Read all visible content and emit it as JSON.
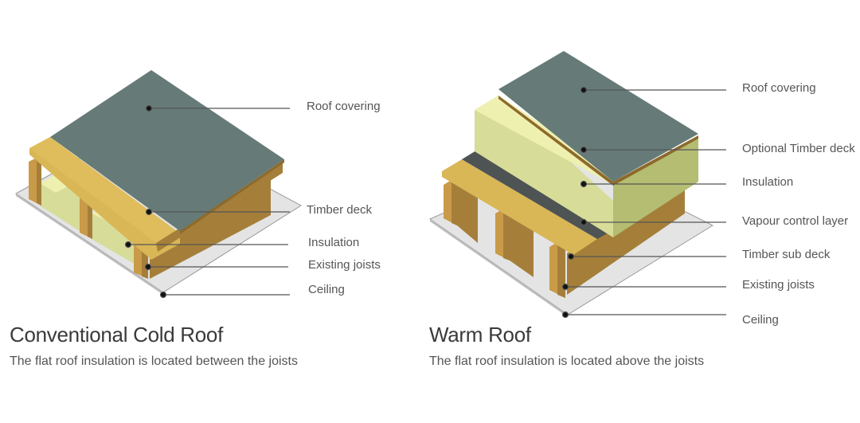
{
  "colors": {
    "roof_covering": "#667b78",
    "timber_light": "#d9b656",
    "timber_dark": "#a57f3a",
    "insulation_top": "#eef0b0",
    "insulation_front": "#d7dc98",
    "insulation_side": "#b4bd72",
    "vapour_layer": "#4e5454",
    "ceiling": "#e3e3e3",
    "leader_line": "#555555"
  },
  "diagrams": [
    {
      "id": "cold",
      "title": "Conventional Cold Roof",
      "subtitle": "The flat roof insulation is located between the joists",
      "labels": [
        "Roof covering",
        "Timber deck",
        "Insulation",
        "Existing joists",
        "Ceiling"
      ]
    },
    {
      "id": "warm",
      "title": "Warm Roof",
      "subtitle": "The flat roof insulation is located above the joists",
      "labels": [
        "Roof covering",
        "Optional Timber deck",
        "Insulation",
        "Vapour control layer",
        "Timber sub deck",
        "Existing joists",
        "Ceiling"
      ]
    }
  ]
}
